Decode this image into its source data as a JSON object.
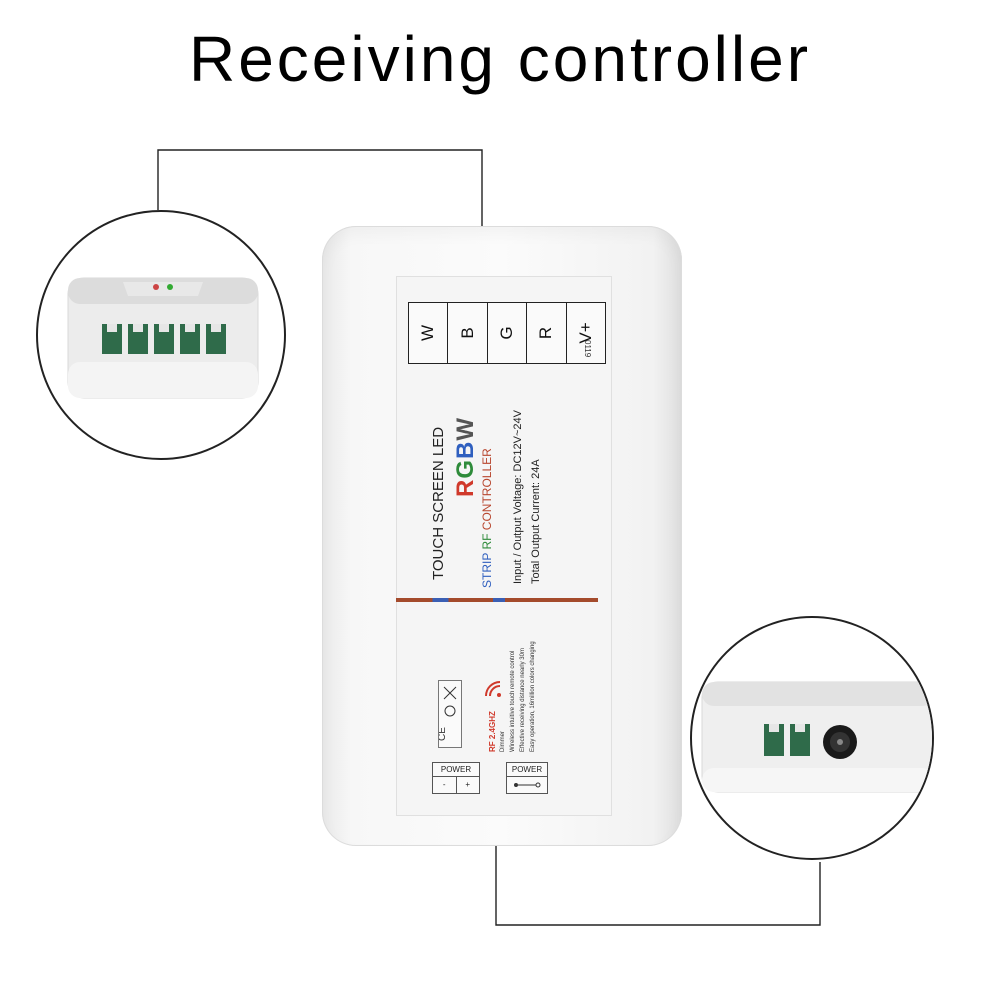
{
  "title": "Receiving controller",
  "device": {
    "terminals": [
      "W",
      "B",
      "G",
      "R",
      "V+"
    ],
    "code": "0119",
    "brand_line1": "TOUCH SCREEN LED",
    "brand_rgbw": [
      "R",
      "G",
      "B",
      "W"
    ],
    "brand_line3": [
      "STRIP",
      "RF",
      "CONTROLLER"
    ],
    "voltage": "Input / Output Voltage: DC12V~24V",
    "current": "Total Output Current: 24A",
    "rf_label": "RF 2.4GHZ",
    "features": [
      "Dimmer",
      "Wireless intuitive touch remote control",
      "Effective receiving distance nearly 30m",
      "Easy operation, 16million colors changing"
    ],
    "power_label": "POWER",
    "power_cells": [
      "-",
      "+"
    ]
  },
  "colors": {
    "red": "#d0392b",
    "green": "#2e8b3a",
    "blue": "#2f5fbf",
    "white_w": "#555555",
    "connector_green": "#2f6b4a"
  }
}
